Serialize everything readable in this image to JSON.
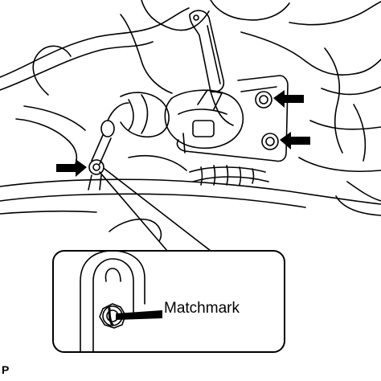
{
  "illustration": {
    "callout_label": "Matchmark",
    "corner_code": "P",
    "arrow_icon": "solid-arrow",
    "line_color": "#000000",
    "background_color": "#ffffff"
  }
}
